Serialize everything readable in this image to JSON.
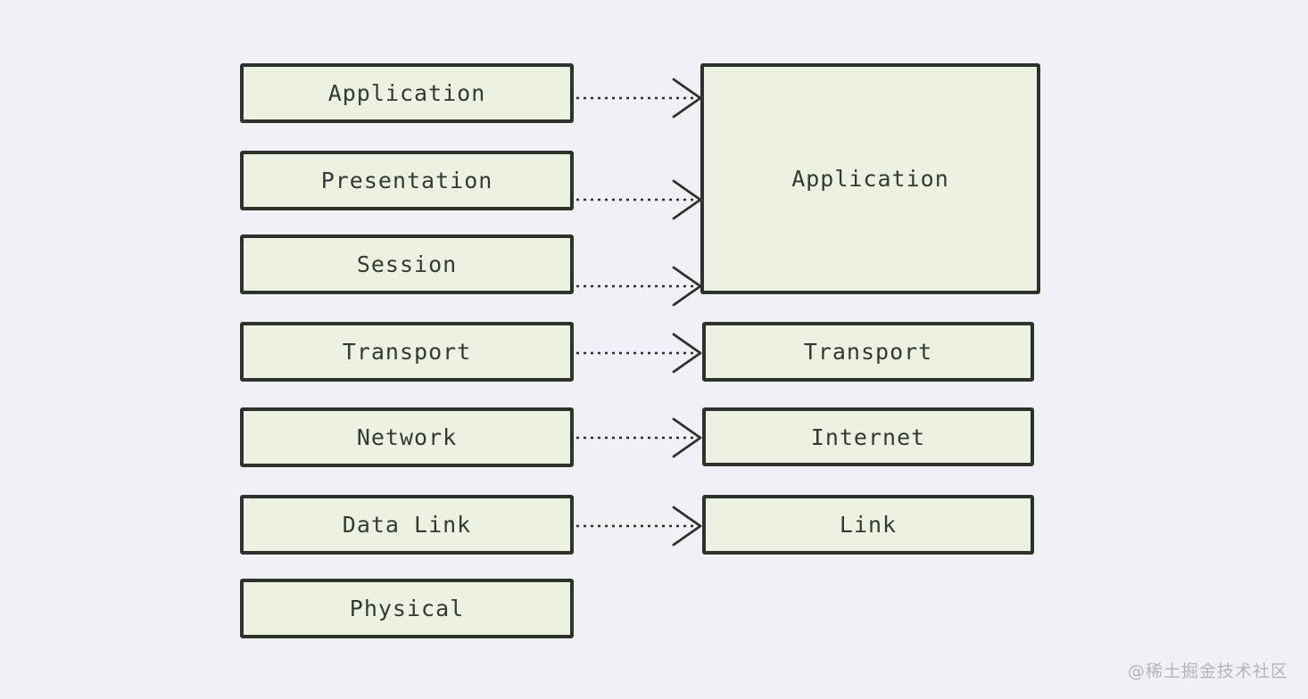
{
  "diagram_type": "osi-vs-tcpip-layer-mapping",
  "osi_layers": [
    "Application",
    "Presentation",
    "Session",
    "Transport",
    "Network",
    "Data Link",
    "Physical"
  ],
  "tcpip_layers": [
    "Application",
    "Transport",
    "Internet",
    "Link"
  ],
  "mappings": [
    {
      "from": "Application",
      "to": "Application"
    },
    {
      "from": "Presentation",
      "to": "Application"
    },
    {
      "from": "Session",
      "to": "Application"
    },
    {
      "from": "Transport",
      "to": "Transport"
    },
    {
      "from": "Network",
      "to": "Internet"
    },
    {
      "from": "Data Link",
      "to": "Link"
    }
  ],
  "watermark": {
    "text": "@稀土掘金技术社区"
  },
  "colors": {
    "background": "#f1f0f5",
    "box_fill": "#edf1e1",
    "box_border": "#2d322d",
    "box_text": "#343a33",
    "arrow": "#2d322d",
    "watermark": "#b6b3bd"
  }
}
